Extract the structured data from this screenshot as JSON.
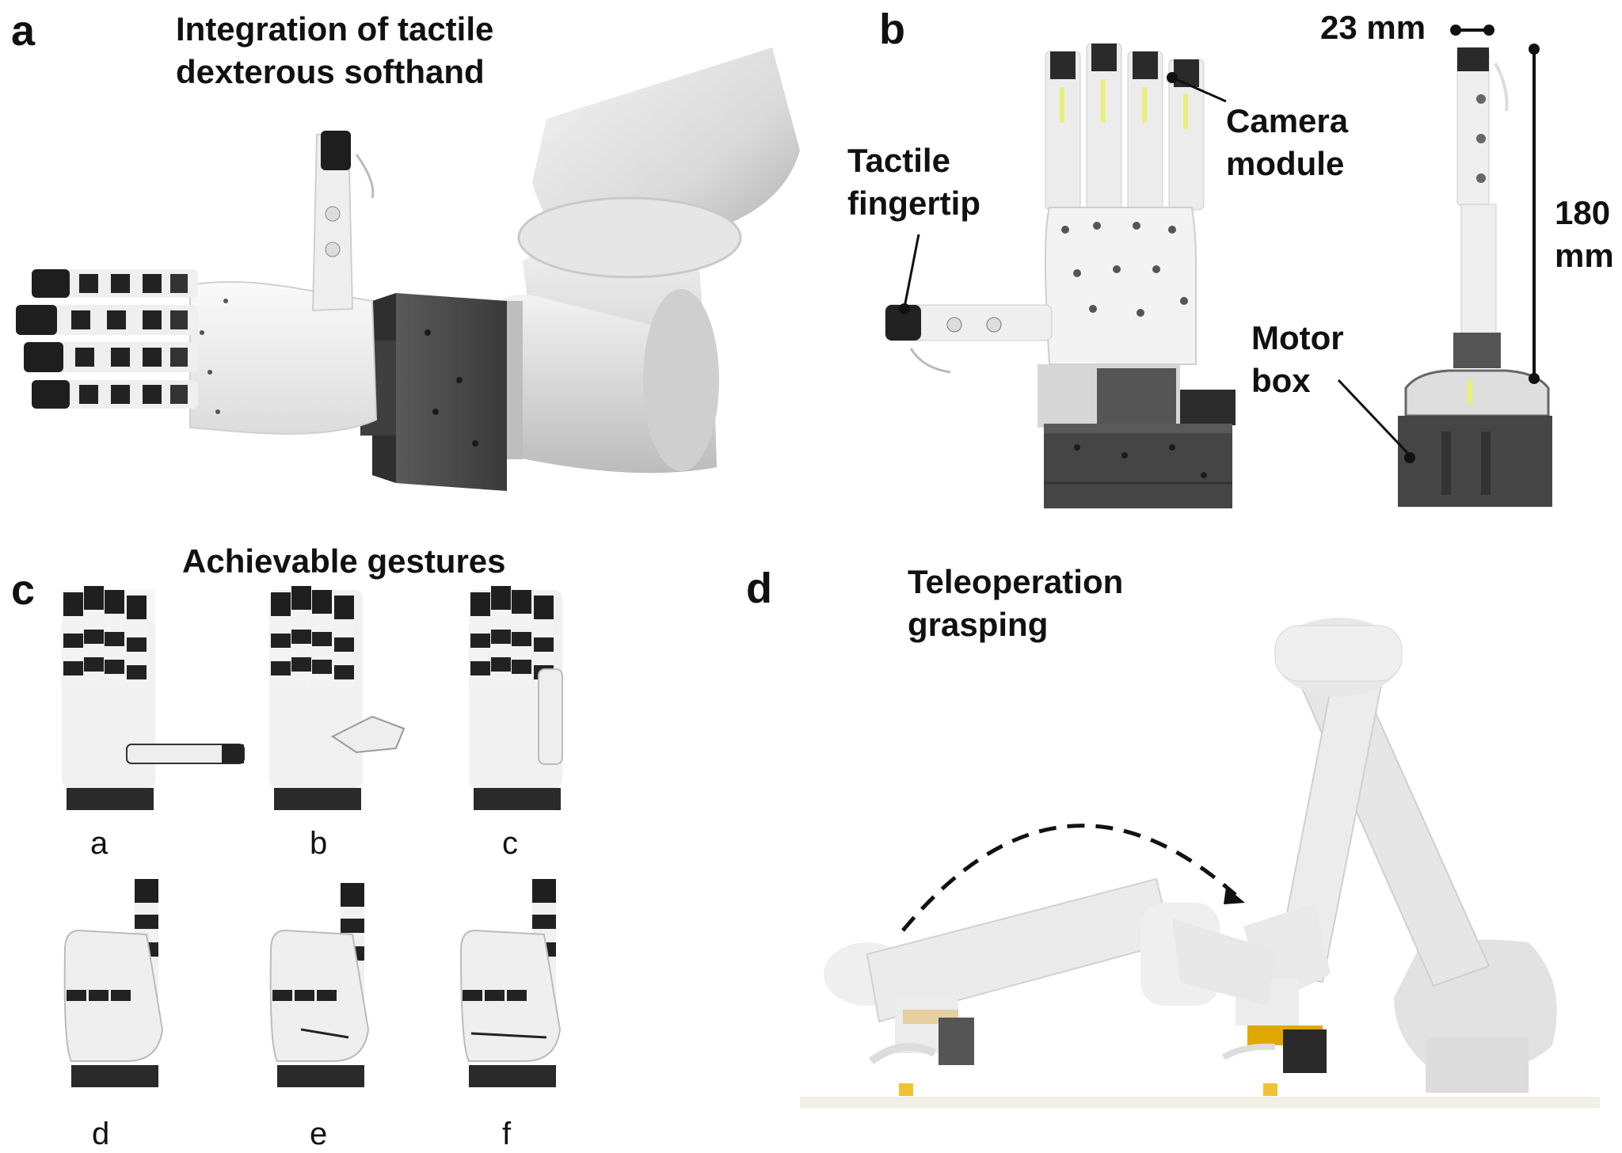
{
  "panels": {
    "a": {
      "label": "a",
      "title_line1": "Integration of tactile",
      "title_line2": "dexterous softhand"
    },
    "b": {
      "label": "b",
      "tactile_line1": "Tactile",
      "tactile_line2": "fingertip",
      "camera_line1": "Camera",
      "camera_line2": "module",
      "width_dim": "23 mm",
      "height_line1": "180",
      "height_line2": "mm",
      "motor_line1": "Motor",
      "motor_line2": "box"
    },
    "c": {
      "label": "c",
      "title": "Achievable gestures",
      "gestures": [
        "a",
        "b",
        "c",
        "d",
        "e",
        "f"
      ]
    },
    "d": {
      "label": "d",
      "title_line1": "Teleoperation",
      "title_line2": "grasping"
    }
  },
  "colors": {
    "text": "#111111",
    "hand_white": "#efefef",
    "robot_arm": "#e4e4e4",
    "motor_box": "#4a4a4a",
    "fingertip_black": "#1e1e1e",
    "floor": "#f2efe6",
    "object_yellow": "#f0c233"
  }
}
